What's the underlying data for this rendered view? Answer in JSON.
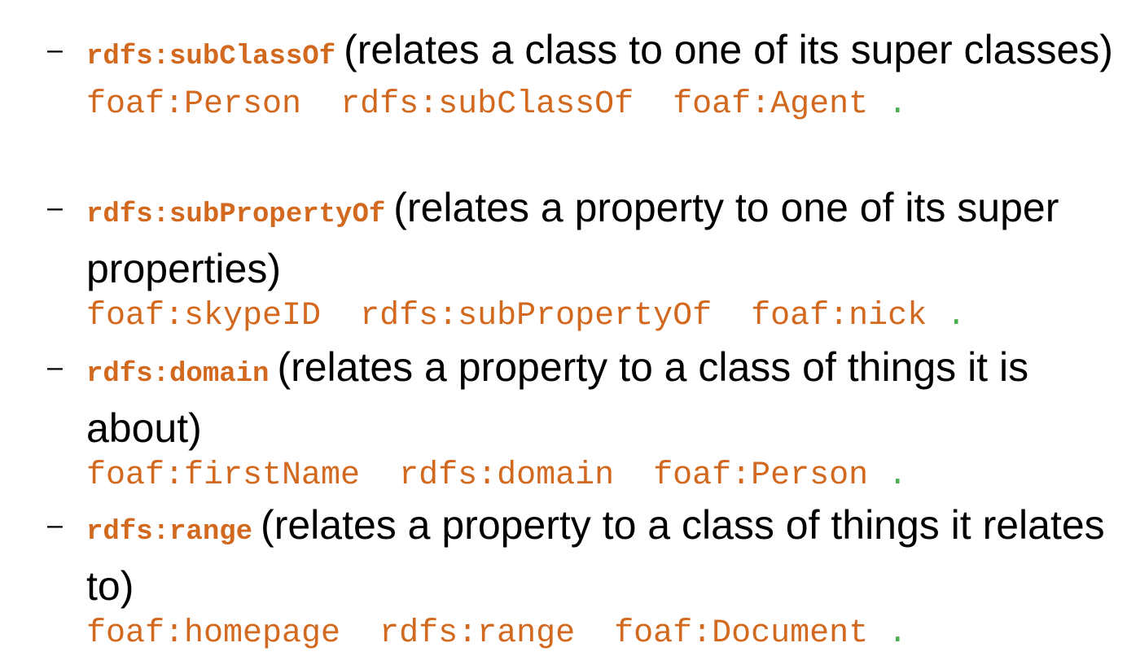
{
  "bullet_symbol": "–",
  "colors": {
    "term": "#d2691e",
    "example": "#d2691e",
    "dot": "#4caf50",
    "text": "#000000"
  },
  "items": [
    {
      "term": "rdfs:subClassOf",
      "description": "(relates a class to one of its super classes)",
      "example": {
        "subject": "foaf:Person",
        "predicate": "rdfs:subClassOf",
        "object": "foaf:Agent",
        "terminator": "."
      }
    },
    {
      "term": "rdfs:subPropertyOf",
      "description": "(relates a property to one of its super properties)",
      "example": {
        "subject": "foaf:skypeID",
        "predicate": "rdfs:subPropertyOf",
        "object": "foaf:nick",
        "terminator": "."
      }
    },
    {
      "term": "rdfs:domain",
      "description": "(relates a property to a class of things it is about)",
      "example": {
        "subject": "foaf:firstName",
        "predicate": "rdfs:domain",
        "object": "foaf:Person",
        "terminator": "."
      }
    },
    {
      "term": "rdfs:range",
      "description": "(relates a property to a class of things it relates to)",
      "example": {
        "subject": "foaf:homepage",
        "predicate": "rdfs:range",
        "object": "foaf:Document",
        "terminator": "."
      }
    }
  ]
}
